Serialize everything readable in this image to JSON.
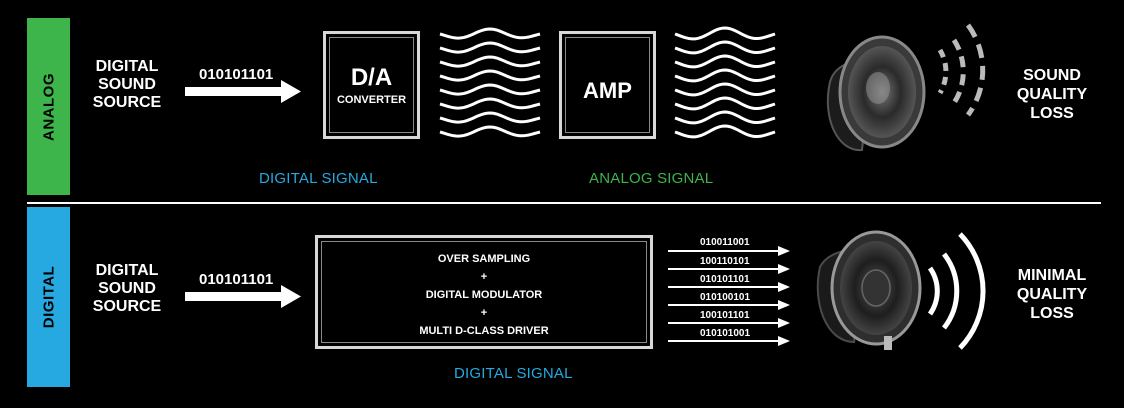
{
  "analog": {
    "side_label": "ANALOG",
    "side_color": "#3db54a",
    "source_lines": [
      "DIGITAL",
      "SOUND",
      "SOURCE"
    ],
    "bits": "010101101",
    "converter_title": "D/A",
    "converter_sub": "CONVERTER",
    "amp_label": "AMP",
    "digital_caption": "DIGITAL SIGNAL",
    "analog_caption": "ANALOG SIGNAL",
    "result_lines": [
      "SOUND",
      "QUALITY",
      "LOSS"
    ]
  },
  "digital": {
    "side_label": "DIGITAL",
    "side_color": "#26a9e0",
    "source_lines": [
      "DIGITAL",
      "SOUND",
      "SOURCE"
    ],
    "bits": "010101101",
    "processor_lines": [
      "OVER SAMPLING",
      "+",
      "DIGITAL MODULATOR",
      "+",
      "MULTI D-CLASS DRIVER"
    ],
    "streams": [
      "010011001",
      "100110101",
      "010101101",
      "010100101",
      "100101101",
      "010101001"
    ],
    "caption": "DIGITAL SIGNAL",
    "result_lines": [
      "MINIMAL",
      "QUALITY",
      "LOSS"
    ]
  },
  "colors": {
    "digital_caption": "#26a9e0",
    "analog_caption": "#3db54a",
    "divider": "#ffffff"
  }
}
